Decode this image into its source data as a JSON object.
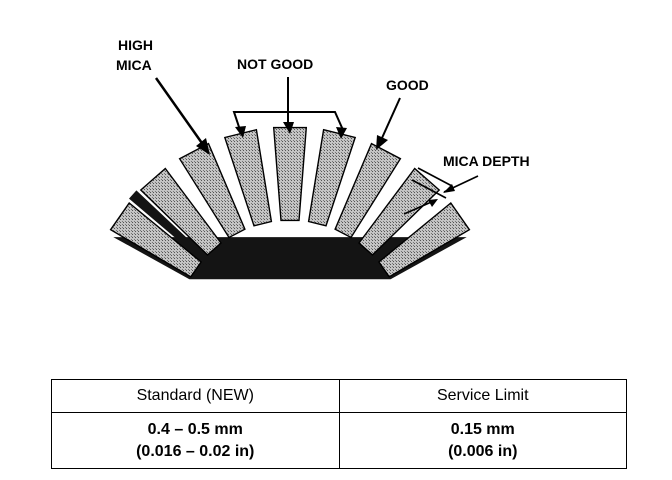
{
  "diagram": {
    "labels": {
      "high_mica_line1": "HIGH",
      "high_mica_line2": "MICA",
      "not_good": "NOT GOOD",
      "good": "GOOD",
      "mica_depth": "MICA DEPTH"
    },
    "colors": {
      "ink": "#000000",
      "segment": "#b8b8b8",
      "mica": "#141414",
      "background": "#ffffff"
    }
  },
  "spec_table": {
    "headers": {
      "standard": "Standard (NEW)",
      "service_limit": "Service Limit"
    },
    "standard": {
      "metric": "0.4 – 0.5 mm",
      "imperial": "(0.016 – 0.02 in)"
    },
    "service_limit": {
      "metric": "0.15 mm",
      "imperial": "(0.006 in)"
    }
  }
}
